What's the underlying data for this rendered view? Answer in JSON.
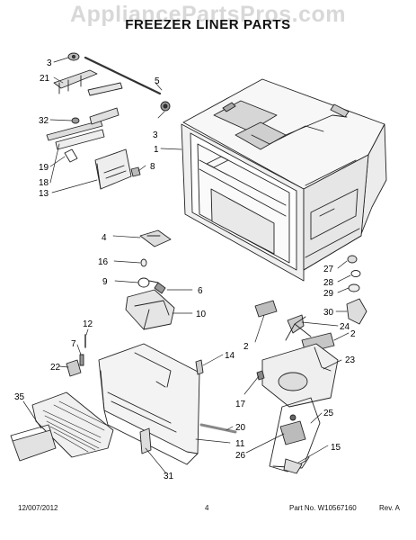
{
  "watermark": "AppliancePartsPros.com",
  "title": "FREEZER LINER PARTS",
  "footer": {
    "date": "12/007/2012",
    "page": "4",
    "part_no": "Part No. W10567160",
    "rev": "Rev. A"
  },
  "callouts": [
    "3",
    "21",
    "5",
    "32",
    "3",
    "1",
    "19",
    "8",
    "18",
    "13",
    "4",
    "16",
    "9",
    "6",
    "10",
    "12",
    "7",
    "22",
    "35",
    "31",
    "11",
    "20",
    "14",
    "2",
    "17",
    "26",
    "15",
    "25",
    "23",
    "2",
    "24",
    "30",
    "29",
    "28",
    "27"
  ],
  "colors": {
    "line": "#222222",
    "fill": "#f2f2f2",
    "shade": "#bdbdbd",
    "watermark": "#d8d8d8"
  }
}
